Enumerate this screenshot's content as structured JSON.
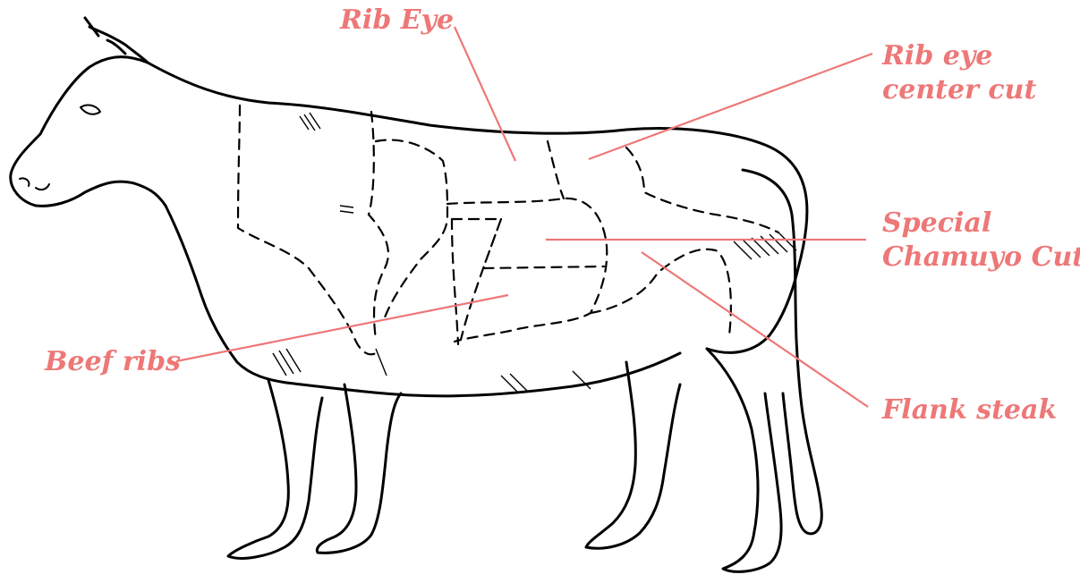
{
  "accent_color": "#ee7777",
  "labels": {
    "rib_eye": "Rib Eye",
    "rib_eye_center_cut": [
      "Rib eye",
      "center cut"
    ],
    "special_chamuyo_cut": [
      "Special",
      "Chamuyo Cut"
    ],
    "beef_ribs": "Beef ribs",
    "flank_steak": "Flank steak"
  }
}
